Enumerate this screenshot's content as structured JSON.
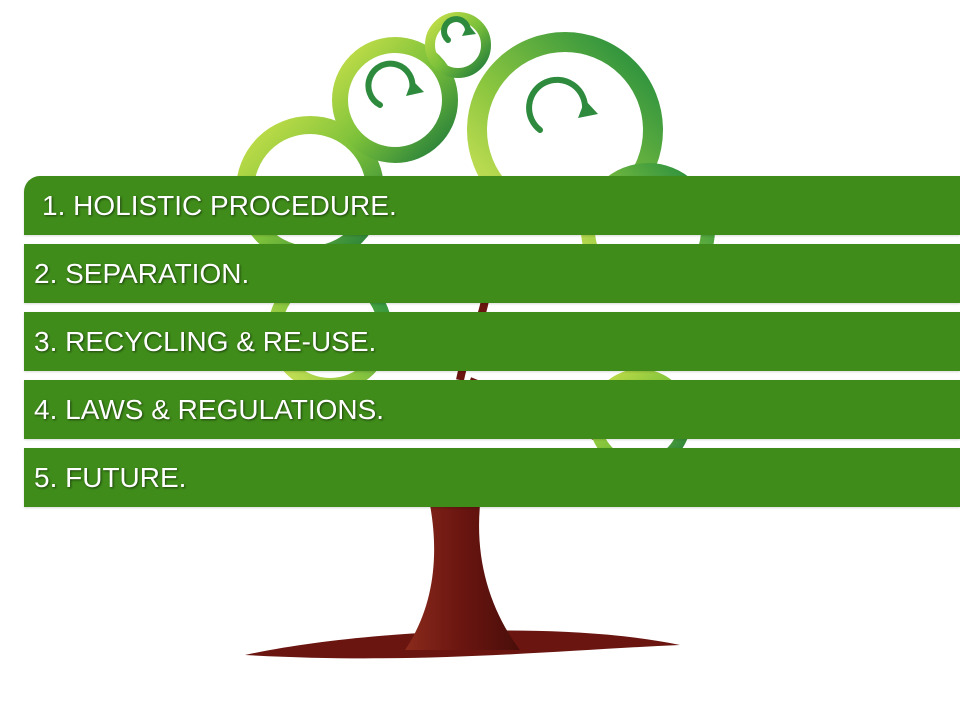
{
  "agenda": {
    "items": [
      {
        "label": "1. HOLISTIC PROCEDURE."
      },
      {
        "label": "2. SEPARATION."
      },
      {
        "label": "3. RECYCLING & RE-USE."
      },
      {
        "label": "4. LAWS & REGULATIONS."
      },
      {
        "label": "5. FUTURE."
      }
    ]
  },
  "colors": {
    "band": "#3f8c1a",
    "trunk": "#6e1a12",
    "leaf_light": "#a6cf3a",
    "leaf_dark": "#1f7a3a"
  },
  "icons": {
    "tree": "recycling-tree-illustration"
  }
}
